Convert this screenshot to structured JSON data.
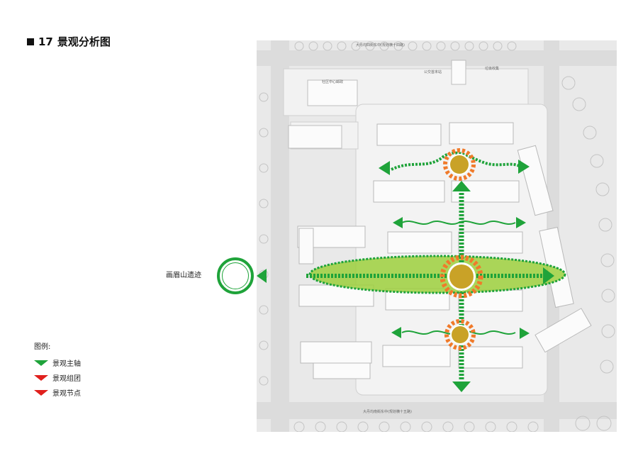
{
  "title": {
    "number": "17",
    "text": "景观分析图"
  },
  "relic": {
    "label": "画眉山遗迹"
  },
  "legend": {
    "title": "图例:",
    "items": [
      {
        "label": "景观主轴",
        "color": "#1fa33a"
      },
      {
        "label": "景观组团",
        "color": "#e0201d"
      },
      {
        "label": "景观节点",
        "color": "#e0201d"
      }
    ]
  },
  "map": {
    "labels": {
      "road_north": "大丹均四街东中(规划横十四路)",
      "road_south": "大丹均南街东中(规划横十五路)",
      "community_center": "社区中心邮政",
      "bus_station": "公交首末站",
      "garbage_station": "垃圾收集"
    },
    "colors": {
      "axis_green": "#1fa33a",
      "zone_fill": "#9ccf3c",
      "node_orange": "#f07a2a",
      "node_core": "#c9a227"
    }
  }
}
